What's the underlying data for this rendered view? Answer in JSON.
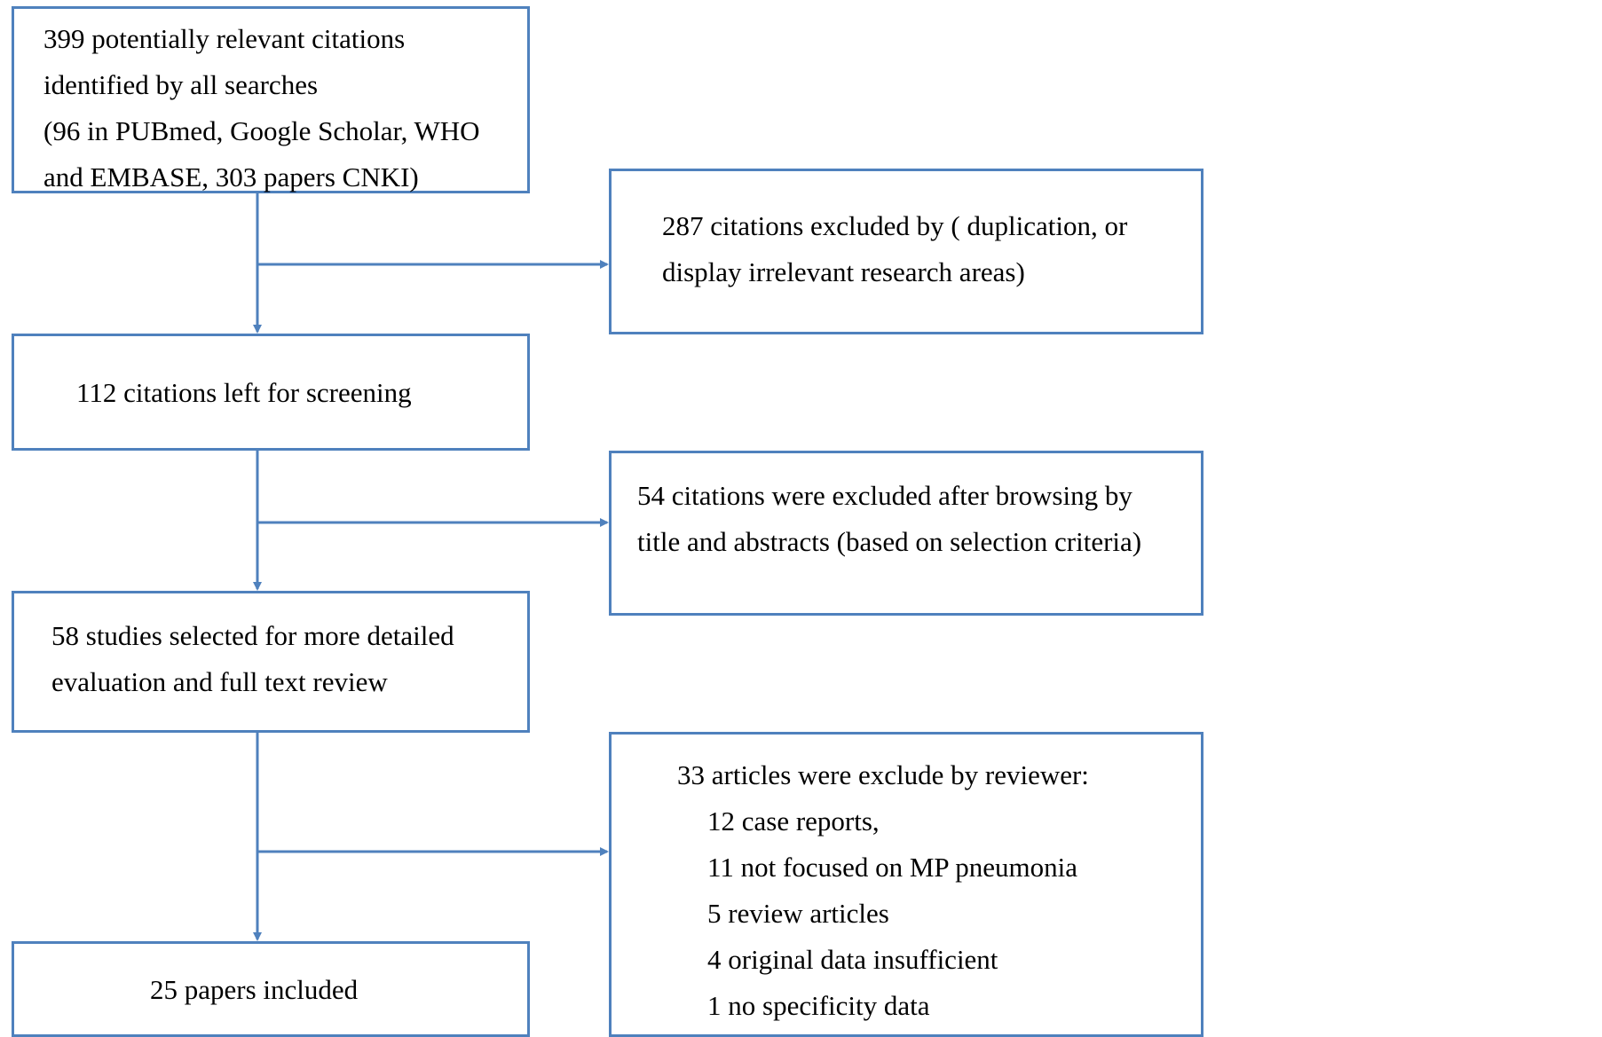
{
  "colors": {
    "box_border": "#4f81bd",
    "connector": "#4f81bd",
    "text": "#000000",
    "background": "#ffffff"
  },
  "flow": {
    "identified": {
      "lines": [
        "399 potentially relevant citations",
        "identified by all searches",
        "(96 in PUBmed, Google Scholar, WHO",
        "and EMBASE, 303 papers CNKI)"
      ]
    },
    "screening": {
      "lines": [
        "112 citations left for screening"
      ]
    },
    "detailed": {
      "lines": [
        "58 studies selected for more detailed",
        "evaluation and full text review"
      ]
    },
    "included": {
      "lines": [
        "25 papers included"
      ]
    }
  },
  "exclusions": {
    "first": {
      "lines": [
        "287 citations excluded by ( duplication, or",
        "display irrelevant research areas)"
      ]
    },
    "second": {
      "lines": [
        "54 citations were excluded after browsing by",
        "title and abstracts (based on selection criteria)"
      ]
    },
    "third": {
      "heading": "33 articles were exclude by reviewer:",
      "reasons": [
        "12 case reports,",
        "11 not focused on MP pneumonia",
        "5 review articles",
        "4 original data insufficient",
        "1 no specificity data"
      ]
    }
  }
}
